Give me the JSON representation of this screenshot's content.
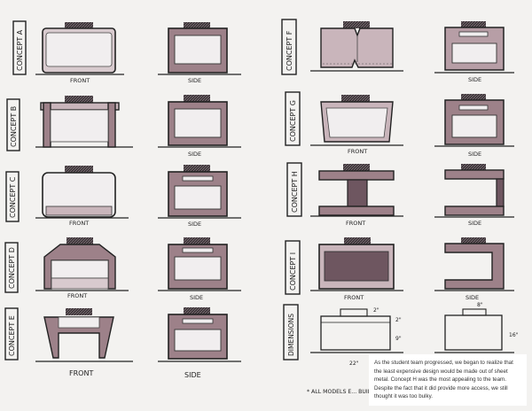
{
  "concepts": [
    {
      "label": "CONCEPT A",
      "front_label": "FRONT",
      "side_label": "SIDE"
    },
    {
      "label": "CONCEPT B",
      "front_label": "",
      "side_label": "SIDE"
    },
    {
      "label": "CONCEPT C",
      "front_label": "FRONT",
      "side_label": "SIDE"
    },
    {
      "label": "CONCEPT D",
      "front_label": "FRONT",
      "side_label": "SIDE"
    },
    {
      "label": "CONCEPT E",
      "front_label": "FRONT",
      "side_label": "SIDE"
    },
    {
      "label": "CONCEPT F",
      "front_label": "",
      "side_label": "SIDE"
    },
    {
      "label": "CONCEPT G",
      "front_label": "FRONT",
      "side_label": "SIDE"
    },
    {
      "label": "CONCEPT H",
      "front_label": "FRONT",
      "side_label": "SIDE"
    },
    {
      "label": "CONCEPT I",
      "front_label": "FRONT",
      "side_label": "SIDE"
    },
    {
      "label": "DIMENSIONS",
      "front_label": "",
      "side_label": ""
    }
  ],
  "dimensions": {
    "width": "22\"",
    "top": "2\"",
    "upper": "2\"",
    "lower": "9\"",
    "depth": "16\"",
    "side_top": "8\""
  },
  "footnote": "* ALL MODELS E... BUILT W/ SHE... COMPOSED OF ...",
  "caption": "As the student team progressed, we began to realize that the least expensive design would be made out of sheet metal. Concept H was the most appealing to the team. Despite the fact that it did provide more access, we still thought it was too bulky.",
  "colors": {
    "ink": "#222222",
    "shade_light": "#c9b5bb",
    "shade_mid": "#9d8189",
    "shade_dark": "#6e5660",
    "screen": "#e7e0e2"
  }
}
